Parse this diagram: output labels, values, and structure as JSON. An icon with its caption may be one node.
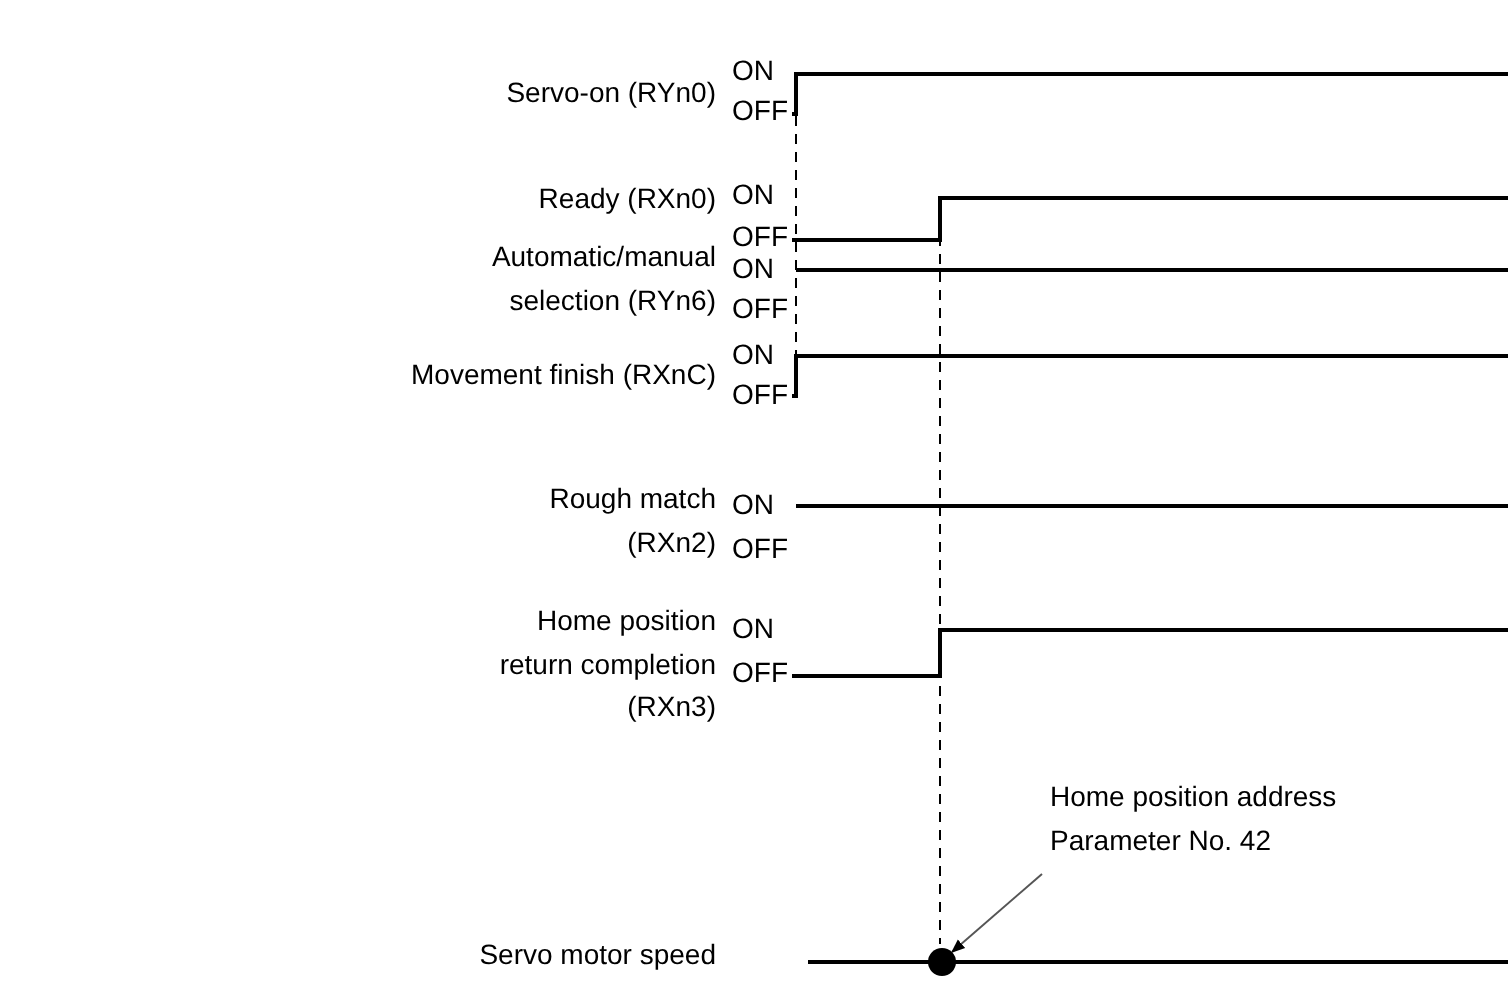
{
  "diagram": {
    "nodes": [
      {
        "text": [
          "Home position address Parameter No. 42"
        ]
      },
      {
        "text": [],
        "shape": "circle"
      }
    ],
    "edges": [
      {
        "from": 0,
        "to": 1,
        "arrow": "to"
      }
    ],
    "labels": [
      "Servo-on (RYn0)",
      "ON",
      "OFF",
      "Ready (RXn0)",
      "ON",
      "OFF",
      "Automatic/manual selection (RYn6)",
      "ON",
      "OFF",
      "Movement finish (RXnC)",
      "ON",
      "OFF",
      "Rough match (RXn2)",
      "ON",
      "OFF",
      "Home position return completion (RXn3)",
      "ON",
      "OFF",
      "Servo motor speed"
    ]
  }
}
